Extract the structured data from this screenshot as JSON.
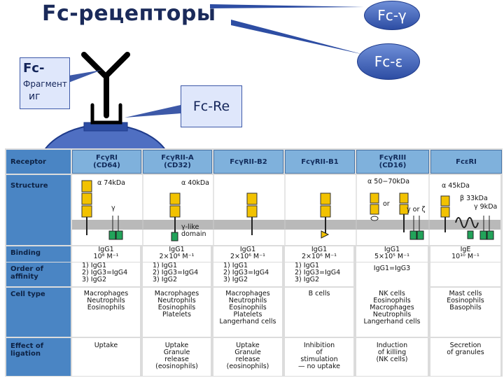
{
  "slide": {
    "title": "Fc-рецепторы",
    "fc_gamma": "Fc-γ",
    "fc_epsilon": "Fc-ε",
    "fc_fragment": {
      "line1": "Fc-",
      "line2": "Фрагмент",
      "line3": "иг"
    },
    "fc_re": "Fc-Re"
  },
  "colors": {
    "header": "#7fb1dc",
    "row_label": "#4a85c4",
    "oval": "#3a5cb8",
    "domain": "#f2c200",
    "tail": "#22a35a"
  },
  "table": {
    "receptor_label": "Receptor",
    "headers": [
      {
        "l1": "FcγRI",
        "l2": "(CD64)"
      },
      {
        "l1": "FcγRII-A",
        "l2": "(CD32)"
      },
      {
        "l1": "FcγRII-B2",
        "l2": ""
      },
      {
        "l1": "FcγRII-B1",
        "l2": ""
      },
      {
        "l1": "FcγRIII",
        "l2": "(CD16)"
      },
      {
        "l1": "FcεRI",
        "l2": ""
      }
    ],
    "row_labels": {
      "structure": "Structure",
      "binding": "Binding",
      "order": "Order of affinity",
      "cell_type": "Cell type",
      "effect": "Effect of ligation"
    },
    "structure_notes": {
      "c1_alpha": "α 74kDa",
      "c1_gamma": "γ",
      "c2_alpha": "α 40kDa",
      "c2_gamma_like": "γ-like domain",
      "c5_alpha": "α 50−70kDa",
      "c5_or": "or",
      "c5_gamma": "γ or ζ",
      "c6_alpha": "α 45kDa",
      "c6_beta": "β 33kDa",
      "c6_gamma": "γ 9kDa"
    },
    "binding": [
      {
        "ig": "IgG1",
        "k": "10⁸ M⁻¹"
      },
      {
        "ig": "IgG1",
        "k": "2×10⁶ M⁻¹"
      },
      {
        "ig": "IgG1",
        "k": "2×10⁶ M⁻¹"
      },
      {
        "ig": "IgG1",
        "k": "2×10⁶ M⁻¹"
      },
      {
        "ig": "IgG1",
        "k": "5×10⁵ M⁻¹"
      },
      {
        "ig": "IgE",
        "k": "10¹⁰ M⁻¹"
      }
    ],
    "order": [
      {
        "l1": "1) IgG1",
        "l2": "2) IgG3=IgG4",
        "l3": "3) IgG2"
      },
      {
        "l1": "1) IgG1",
        "l2": "2) IgG3=IgG4",
        "l3": "3) IgG2"
      },
      {
        "l1": "1) IgG1",
        "l2": "2) IgG3=IgG4",
        "l3": "3) IgG2"
      },
      {
        "l1": "1) IgG1",
        "l2": "2) IgG3=IgG4",
        "l3": "3) IgG2"
      },
      {
        "l1": "IgG1=IgG3",
        "l2": "",
        "l3": ""
      },
      {
        "l1": "",
        "l2": "",
        "l3": ""
      }
    ],
    "cell_type": [
      {
        "l1": "Macrophages",
        "l2": "Neutrophils",
        "l3": "Eosinophils",
        "l4": "",
        "l5": ""
      },
      {
        "l1": "Macrophages",
        "l2": "Neutrophils",
        "l3": "Eosinophils",
        "l4": "Platelets",
        "l5": ""
      },
      {
        "l1": "Macrophages",
        "l2": "Neutrophils",
        "l3": "Eosinophils",
        "l4": "Platelets",
        "l5": "Langerhand cells"
      },
      {
        "l1": "B cells",
        "l2": "",
        "l3": "",
        "l4": "",
        "l5": ""
      },
      {
        "l1": "NK cells",
        "l2": "Eosinophils",
        "l3": "Macrophages",
        "l4": "Neutrophils",
        "l5": "Langerhand cells"
      },
      {
        "l1": "Mast cells",
        "l2": "Eosinophils",
        "l3": "Basophils",
        "l4": "",
        "l5": ""
      }
    ],
    "effect": [
      {
        "l1": "Uptake",
        "l2": "",
        "l3": "",
        "l4": ""
      },
      {
        "l1": "Uptake",
        "l2": "Granule",
        "l3": "release",
        "l4": "(eosinophils)"
      },
      {
        "l1": "Uptake",
        "l2": "Granule",
        "l3": "release",
        "l4": "(eosinophils)"
      },
      {
        "l1": "Inhibition",
        "l2": "of",
        "l3": "stimulation",
        "l4": "— no uptake"
      },
      {
        "l1": "Induction",
        "l2": "of killing",
        "l3": "(NK cells)",
        "l4": ""
      },
      {
        "l1": "Secretion",
        "l2": "of granules",
        "l3": "",
        "l4": ""
      }
    ]
  }
}
